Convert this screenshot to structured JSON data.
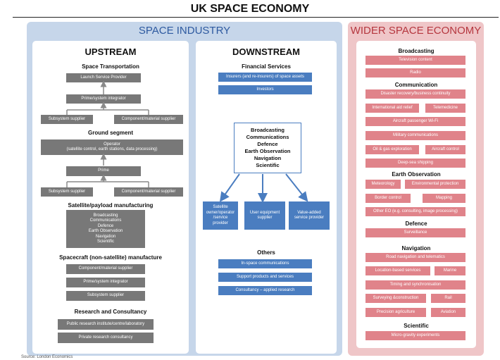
{
  "title": "UK SPACE ECONOMY",
  "space_industry": {
    "header": "SPACE INDUSTRY",
    "upstream": {
      "header": "UPSTREAM",
      "space_transportation": {
        "title": "Space Transportation",
        "launch": "Launch Service Provider",
        "prime": "Prime/system integrator",
        "subsystem": "Subsystem supplier",
        "component": "Component/material supplier"
      },
      "ground_segment": {
        "title": "Ground segment",
        "operator": "Operator\n(satellite control, earth stations, data processing)",
        "prime": "Prime",
        "subsystem": "Subsystem supplier",
        "component": "Component/material supplier"
      },
      "satellite_payload": {
        "title": "Satellite/payload manufacturing",
        "box": "Broadcasting\nCommunications\nDefence\nEarth Observation\nNavigation\nScientific"
      },
      "spacecraft": {
        "title": "Spacecraft (non-satellite) manufacture",
        "items": [
          "Component/material supplier",
          "Prime/system integrator",
          "Subsystem supplier"
        ]
      },
      "research": {
        "title": "Research and Consultancy",
        "items": [
          "Public research institute/centre/laboratory",
          "Private research consultancy"
        ]
      }
    },
    "downstream": {
      "header": "DOWNSTREAM",
      "financial": {
        "title": "Financial Services",
        "items": [
          "Insurers (and re-insurers) of space assets",
          "Investors"
        ]
      },
      "center_box": "Broadcasting\nCommunications\nDefence\nEarth Observation\nNavigation\nScientific",
      "outputs": [
        "Satellite\nowner/operator\n/service\nprovider",
        "User equipment\nsupplier",
        "Value-added\nservice provider"
      ],
      "others": {
        "title": "Others",
        "items": [
          "In-space communications",
          "Support products and services",
          "Consultancy – applied research"
        ]
      }
    }
  },
  "wider_economy": {
    "header": "WIDER SPACE ECONOMY",
    "broadcasting": {
      "title": "Broadcasting",
      "items": [
        "Television content",
        "Radio"
      ]
    },
    "communication": {
      "title": "Communication",
      "disaster": "Disaster recovery/business continuity",
      "intl_aid": "International aid relief",
      "telemedicine": "Telemedicine",
      "wifi": "Aircraft passenger Wi-Fi",
      "military": "Military communications",
      "oil_gas": "Oil & gas exploration",
      "aircraft_control": "Aircraft control",
      "deep_sea": "Deep-sea shipping"
    },
    "earth_observation": {
      "title": "Earth Observation",
      "meteorology": "Meteorology",
      "environmental": "Environmental protection",
      "border": "Border control",
      "mapping": "Mapping",
      "other_eo": "Other EO (e.g. consulting, image processing)"
    },
    "defence": {
      "title": "Defence",
      "surveillance": "Surveillance"
    },
    "navigation": {
      "title": "Navigation",
      "road": "Road navigation and telematics",
      "location": "Location-based services",
      "marine": "Marine",
      "timing": "Timing and synchronisation",
      "surveying": "Surveying &construction",
      "rail": "Rail",
      "precision": "Precision agriculture",
      "aviation": "Aviation"
    },
    "scientific": {
      "title": "Scientific",
      "microgravity": "Micro-gravity experiments"
    }
  },
  "footer": "Source: London Economics"
}
